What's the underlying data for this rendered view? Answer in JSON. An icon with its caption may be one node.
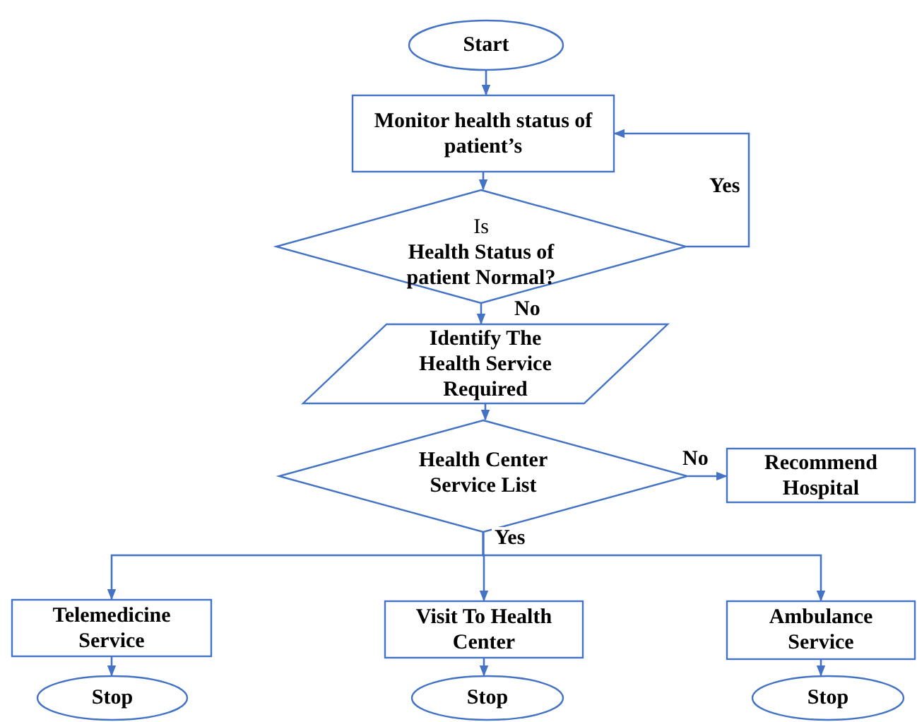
{
  "diagram": {
    "nodes": [
      {
        "text": [
          "Start"
        ]
      },
      {
        "text": [
          "Monitor health status of patient’s"
        ]
      },
      {
        "text": [
          "Is",
          "Health Status of patient Normal?"
        ]
      },
      {
        "text": [
          "Identify The Health Service Required"
        ]
      },
      {
        "text": [
          "Health Center Service List"
        ]
      },
      {
        "text": [
          "Recommend Hospital"
        ]
      },
      {
        "text": [
          "Telemedicine Service"
        ]
      },
      {
        "text": [
          "Visit To Health Center"
        ]
      },
      {
        "text": [
          "Ambulance Service"
        ]
      },
      {
        "text": [
          "Stop"
        ]
      },
      {
        "text": [
          "Stop"
        ]
      },
      {
        "text": [
          "Stop"
        ]
      }
    ],
    "edges": [
      {
        "from": 0,
        "to": 1,
        "arrow": "to"
      },
      {
        "from": 1,
        "to": 2,
        "arrow": "to"
      },
      {
        "from": 2,
        "to": 1,
        "arrow": "to",
        "label": "Yes"
      },
      {
        "from": 2,
        "to": 3,
        "arrow": "to",
        "label": "No"
      },
      {
        "from": 3,
        "to": 4,
        "arrow": "to"
      },
      {
        "from": 4,
        "to": 5,
        "arrow": "to",
        "label": "No"
      },
      {
        "from": 4,
        "to": 6,
        "arrow": "to"
      },
      {
        "from": 4,
        "to": 7,
        "arrow": "to",
        "label": "Yes"
      },
      {
        "from": 4,
        "to": 8,
        "arrow": "to"
      },
      {
        "from": 6,
        "to": 9,
        "arrow": "to"
      },
      {
        "from": 7,
        "to": 10,
        "arrow": "to"
      },
      {
        "from": 8,
        "to": 11,
        "arrow": "to"
      }
    ]
  }
}
